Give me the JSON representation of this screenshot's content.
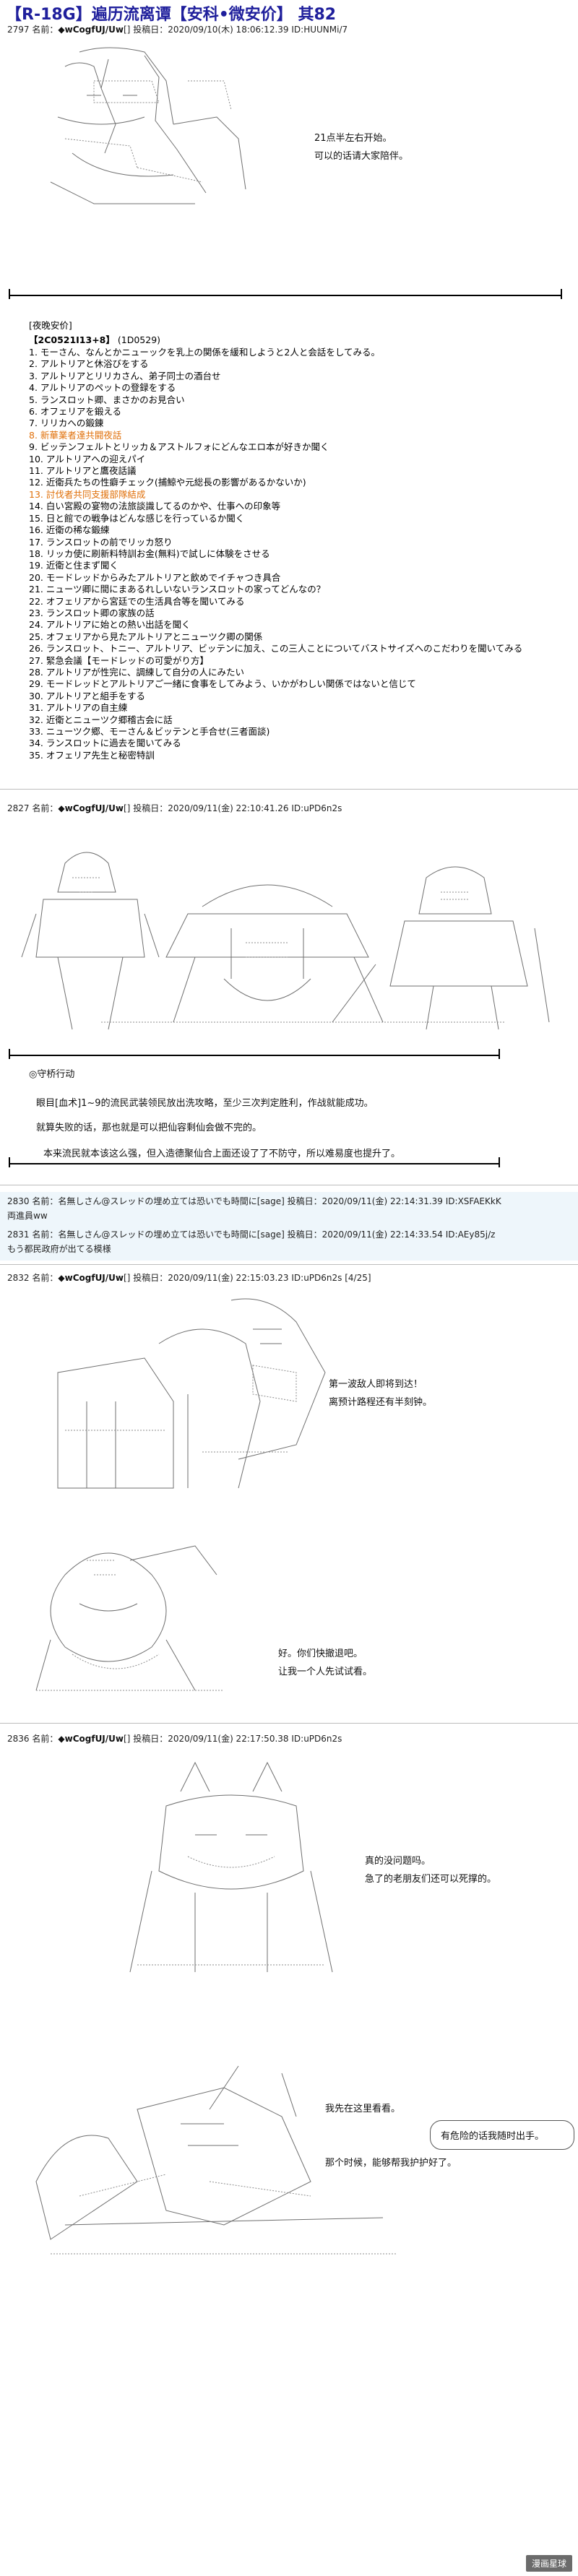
{
  "page": {
    "title": "【R-18G】遍历流离谭【安科•微安价】 其82"
  },
  "posts": [
    {
      "number": "2797",
      "name_label": "名前：",
      "name": "◆wCogfUJ/Uw",
      "sep": "[]",
      "date_label": "投稿日：",
      "date": "2020/09/10(木) 18:06:12.39",
      "id": "ID:HUUNMi/7",
      "captions": [
        "21点半左右开始。",
        "可以的话请大家陪伴。"
      ]
    },
    {
      "number": "2827",
      "name_label": "名前：",
      "name": "◆wCogfUJ/Uw",
      "sep": "[]",
      "date_label": "投稿日：",
      "date": "2020/09/11(金) 22:10:41.26",
      "id": "ID:uPD6n2s"
    },
    {
      "number": "2830",
      "name_label": "名前：",
      "name": "名無しさん@スレッドの埋め立ては恐いでも時間に[sage]",
      "date_label": "投稿日：",
      "date": "2020/09/11(金) 22:14:31.39",
      "id": "ID:XSFAEKkK",
      "body": "両進員ww"
    },
    {
      "number": "2831",
      "name_label": "名前：",
      "name": "名無しさん@スレッドの埋め立ては恐いでも時間に[sage]",
      "date_label": "投稿日：",
      "date": "2020/09/11(金) 22:14:33.54",
      "id": "ID:AEy85j/z",
      "body": "もう都民政府が出てる模様"
    },
    {
      "number": "2832",
      "name_label": "名前：",
      "name": "◆wCogfUJ/Uw",
      "sep": "[]",
      "date_label": "投稿日：",
      "date": "2020/09/11(金) 22:15:03.23",
      "id": "ID:uPD6n2s",
      "extra": "[4/25]",
      "captions": [
        "第一波敌人即将到达！",
        "离预计路程还有半刻钟。",
        "好。你们快撤退吧。",
        "让我一个人先试试看。"
      ]
    },
    {
      "number": "2836",
      "name_label": "名前：",
      "name": "◆wCogfUJ/Uw",
      "sep": "[]",
      "date_label": "投稿日：",
      "date": "2020/09/11(金) 22:17:50.38",
      "id": "ID:uPD6n2s",
      "captions": [
        "真的没问题吗。",
        "急了的老朋友们还可以死撑的。",
        "我先在这里看看。",
        "有危险的话我随时出手。",
        "那个时候，能够帮我护护好了。"
      ]
    }
  ],
  "menu": {
    "title": "[夜晚安价]",
    "code": "【2C0521I13+8】",
    "code_sub": "(1D0529)",
    "items": [
      "1.  モーさん、なんとかニューックを乳上の関係を緩和しようと2人と会話をしてみる。",
      "2.  アルトリアと休浴びをする",
      "3.  アルトリアとリリカさん、弟子同士の酒台せ",
      "4.  アルトリアのペットの登録をする",
      "5.  ランスロット卿、まさかのお見合い",
      "6.  オフェリアを鍛える",
      "7.  リリカへの鍛錬",
      "8.  新華業者達共闘夜話",
      "9.  ビッテンフェルトとリッカ＆アストルフォにどんなエロ本が好きか聞く",
      "10.  アルトリアへの迎えパイ",
      "11.  アルトリアと鷹夜話議",
      "12.  近衛兵たちの性癖チェック(捕鯨や元総長の影響があるかないか)",
      "13.  討伐者共同支援部隊結成",
      "14.  白い宮殿の宴物の法旅談識してるのかや、仕事への印象等",
      "15.  日と館での戦争はどんな感じを行っているか聞く",
      "16.  近衛の稀な鍛練",
      "17.  ランスロットの前でリッカ怒り",
      "18.  リッカ使に刷新料特訓お金(無料)で試しに体験をさせる",
      "19.  近衛と住まず聞く",
      "20.  モードレッドからみたアルトリアと飲めでイチャつき具合",
      "21.  ニューツ卿に間にまあるれしいないランスロットの家ってどんなの？",
      "22.  オフェリアから宮廷での生活具合等を聞いてみる",
      "23.  ランスロット卿の家族の話",
      "24.  アルトリアに始との熱い出話を聞く",
      "25.  オフェリアから見たアルトリアとニューツク卿の関係",
      "26.  ランスロット、トニー、アルトリア、ビッテンに加え、この三人ことについてバストサイズへのこだわりを聞いてみる",
      "27.  緊急会議【モードレッドの可愛がり方】",
      "28.  アルトリアが性完に、調練して自分の人にみたい",
      "29.  モードレッドとアルトリアご一緒に食事をしてみよう、いかがわしい関係ではないと信じて",
      "30.  アルトリアと組手をする",
      "31.  アルトリアの自主練",
      "32.  近衛とニューツク郷稽古会に話",
      "33.  ニューツク郷、モーさん＆ビッテンと手合せ(三者面談)",
      "34.  ランスロットに過去を聞いてみる",
      "35.  オフェリア先生と秘密特訓"
    ]
  },
  "story": {
    "heading": "◎守桥行动",
    "paragraphs": [
      "眼目[血术]1~9的流民武装领民放出洗攻略，至少三次判定胜利，作战就能成功。",
      "就算失败的话，那也就是可以把仙容剩仙会做不完的。",
      "本来流民就本该这么强，但入造德聚仙合上面还设了了不防守，所以难易度也提升了。"
    ]
  },
  "watermark": "漫画星球"
}
